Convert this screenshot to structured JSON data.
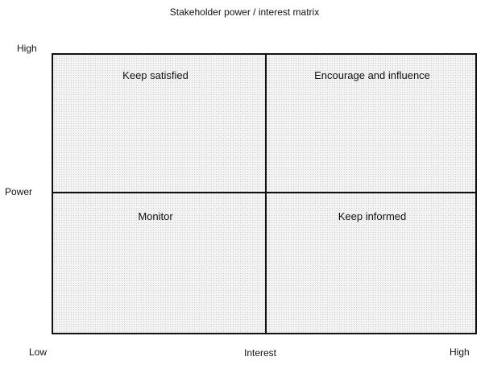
{
  "title": "Stakeholder power / interest matrix",
  "axes": {
    "y_high": "High",
    "y_label": "Power",
    "x_low": "Low",
    "x_label": "Interest",
    "x_high": "High"
  },
  "quadrants": {
    "top_left": "Keep satisfied",
    "top_right": "Encourage and influence",
    "bottom_left": "Monitor",
    "bottom_right": "Keep informed"
  }
}
